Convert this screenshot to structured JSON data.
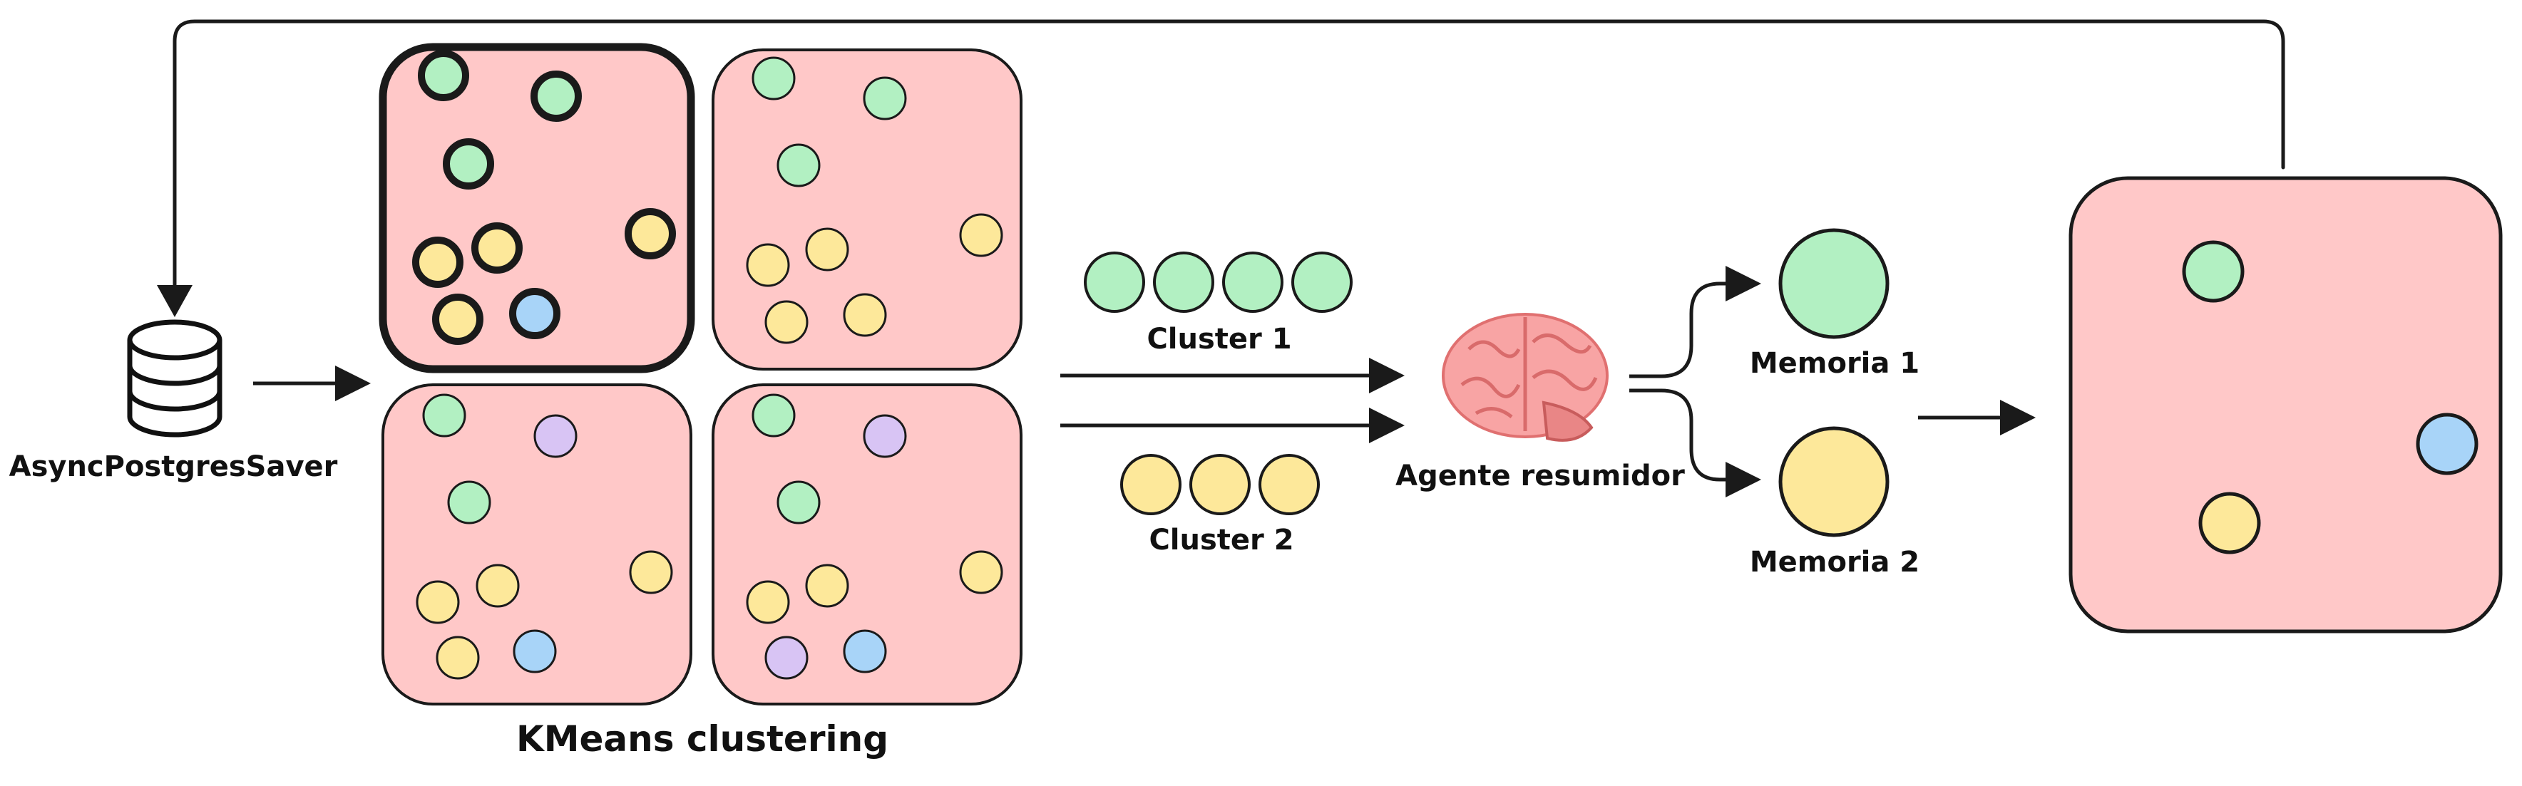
{
  "labels": {
    "db": "AsyncPostgresSaver",
    "kmeans": "KMeans clustering",
    "cluster1": "Cluster 1",
    "cluster2": "Cluster 2",
    "agent": "Agente resumidor",
    "memory1": "Memoria 1",
    "memory2": "Memoria 2"
  },
  "colors": {
    "panel_fill": "#ffc8c8",
    "green": "#b2f0c2",
    "yellow": "#fde89a",
    "blue": "#a8d4f8",
    "purple": "#d8c4f4",
    "stroke": "#1a1a1a",
    "brain": "#f8a4a4"
  },
  "icons": {
    "database": "database-icon",
    "brain": "brain-icon"
  },
  "panels": [
    {
      "id": "panel-1",
      "selected": true,
      "dots": [
        "green",
        "green",
        "green",
        "yellow",
        "yellow",
        "yellow",
        "yellow",
        "blue"
      ]
    },
    {
      "id": "panel-2",
      "selected": false,
      "dots": [
        "green",
        "green",
        "green",
        "yellow",
        "yellow",
        "yellow",
        "yellow",
        "yellow"
      ]
    },
    {
      "id": "panel-3",
      "selected": false,
      "dots": [
        "green",
        "purple",
        "green",
        "yellow",
        "yellow",
        "yellow",
        "yellow",
        "blue"
      ]
    },
    {
      "id": "panel-4",
      "selected": false,
      "dots": [
        "green",
        "purple",
        "green",
        "yellow",
        "yellow",
        "yellow",
        "purple",
        "blue"
      ]
    }
  ],
  "cluster1_dots": [
    "green",
    "green",
    "green",
    "green"
  ],
  "cluster2_dots": [
    "yellow",
    "yellow",
    "yellow"
  ],
  "result_dots": [
    "green",
    "blue",
    "yellow"
  ]
}
